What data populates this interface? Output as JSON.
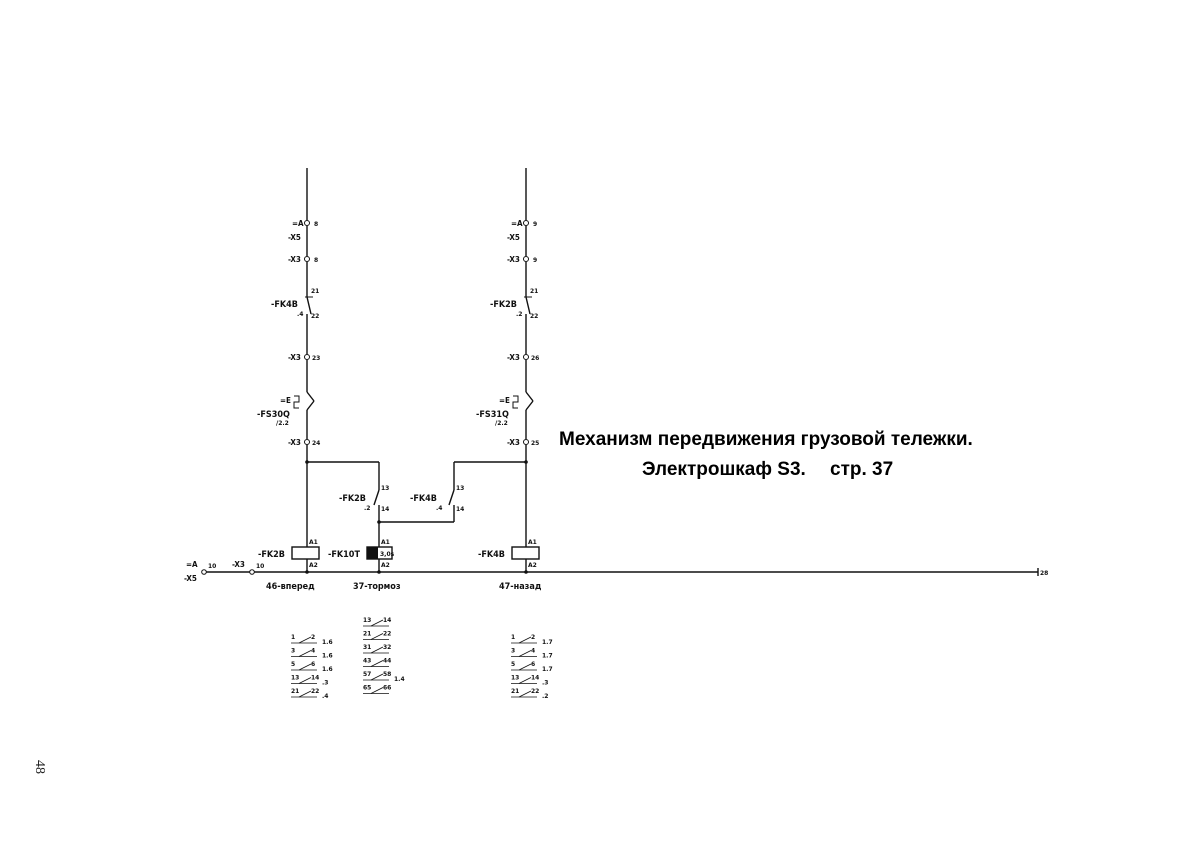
{
  "title": {
    "line1": "Механизм  передвижения грузовой тележки.",
    "line2a": "Электрошкаф S3.",
    "line2b": "стр. 37"
  },
  "page_number": "48",
  "branch_left": {
    "terminals": [
      {
        "label": "=A",
        "num": "8"
      },
      {
        "label": "-X5",
        "num": ""
      },
      {
        "label": "-X3",
        "num": "8"
      }
    ],
    "contact": {
      "label": "-FK4B",
      "sub": ".4",
      "pin_top": "21",
      "pin_bottom": "22"
    },
    "x3_mid": {
      "label": "-X3",
      "num": "23"
    },
    "switch": {
      "prefix": "=E",
      "label": "-FS30Q",
      "sub": "/2.2"
    },
    "x3_low": {
      "label": "-X3",
      "num": "24"
    },
    "coil": {
      "label": "-FK2B",
      "a1": "A1",
      "a2": "A2"
    },
    "caption": "46-вперед"
  },
  "branch_right": {
    "terminals": [
      {
        "label": "=A",
        "num": "9"
      },
      {
        "label": "-X5",
        "num": ""
      },
      {
        "label": "-X3",
        "num": "9"
      }
    ],
    "contact": {
      "label": "-FK2B",
      "sub": ".2",
      "pin_top": "21",
      "pin_bottom": "22"
    },
    "x3_mid": {
      "label": "-X3",
      "num": "26"
    },
    "switch": {
      "prefix": "=E",
      "label": "-FS31Q",
      "sub": "/2.2"
    },
    "x3_low": {
      "label": "-X3",
      "num": "25"
    },
    "coil": {
      "label": "-FK4B",
      "a1": "A1",
      "a2": "A2"
    },
    "caption": "47-назад"
  },
  "middle": {
    "contact_a": {
      "label": "-FK2B",
      "sub": ".2",
      "pin_top": "13",
      "pin_bottom": "14"
    },
    "contact_b": {
      "label": "-FK4B",
      "sub": ".4",
      "pin_top": "13",
      "pin_bottom": "14"
    },
    "coil": {
      "label": "-FK10T",
      "a1": "A1",
      "a2": "A2",
      "time": "3,0s"
    },
    "caption": "37-тормоз"
  },
  "bus": {
    "left_a": "=A",
    "left_a_num": "10",
    "left_x5": "-X5",
    "left_x3": "-X3",
    "left_x3_num": "10",
    "right_end": "28"
  },
  "contact_tables": {
    "fk2b": [
      {
        "a": "1",
        "b": "2",
        "ref": "1.6"
      },
      {
        "a": "3",
        "b": "4",
        "ref": "1.6"
      },
      {
        "a": "5",
        "b": "6",
        "ref": "1.6"
      },
      {
        "a": "13",
        "b": "14",
        "ref": ".3"
      },
      {
        "a": "21",
        "b": "22",
        "ref": ".4"
      }
    ],
    "fk10t": [
      {
        "a": "13",
        "b": "14",
        "ref": ""
      },
      {
        "a": "21",
        "b": "22",
        "ref": ""
      },
      {
        "a": "31",
        "b": "32",
        "ref": ""
      },
      {
        "a": "43",
        "b": "44",
        "ref": ""
      },
      {
        "a": "57",
        "b": "58",
        "ref": "1.4"
      },
      {
        "a": "65",
        "b": "66",
        "ref": ""
      }
    ],
    "fk4b": [
      {
        "a": "1",
        "b": "2",
        "ref": "1.7"
      },
      {
        "a": "3",
        "b": "4",
        "ref": "1.7"
      },
      {
        "a": "5",
        "b": "6",
        "ref": "1.7"
      },
      {
        "a": "13",
        "b": "14",
        "ref": ".3"
      },
      {
        "a": "21",
        "b": "22",
        "ref": ".2"
      }
    ]
  }
}
